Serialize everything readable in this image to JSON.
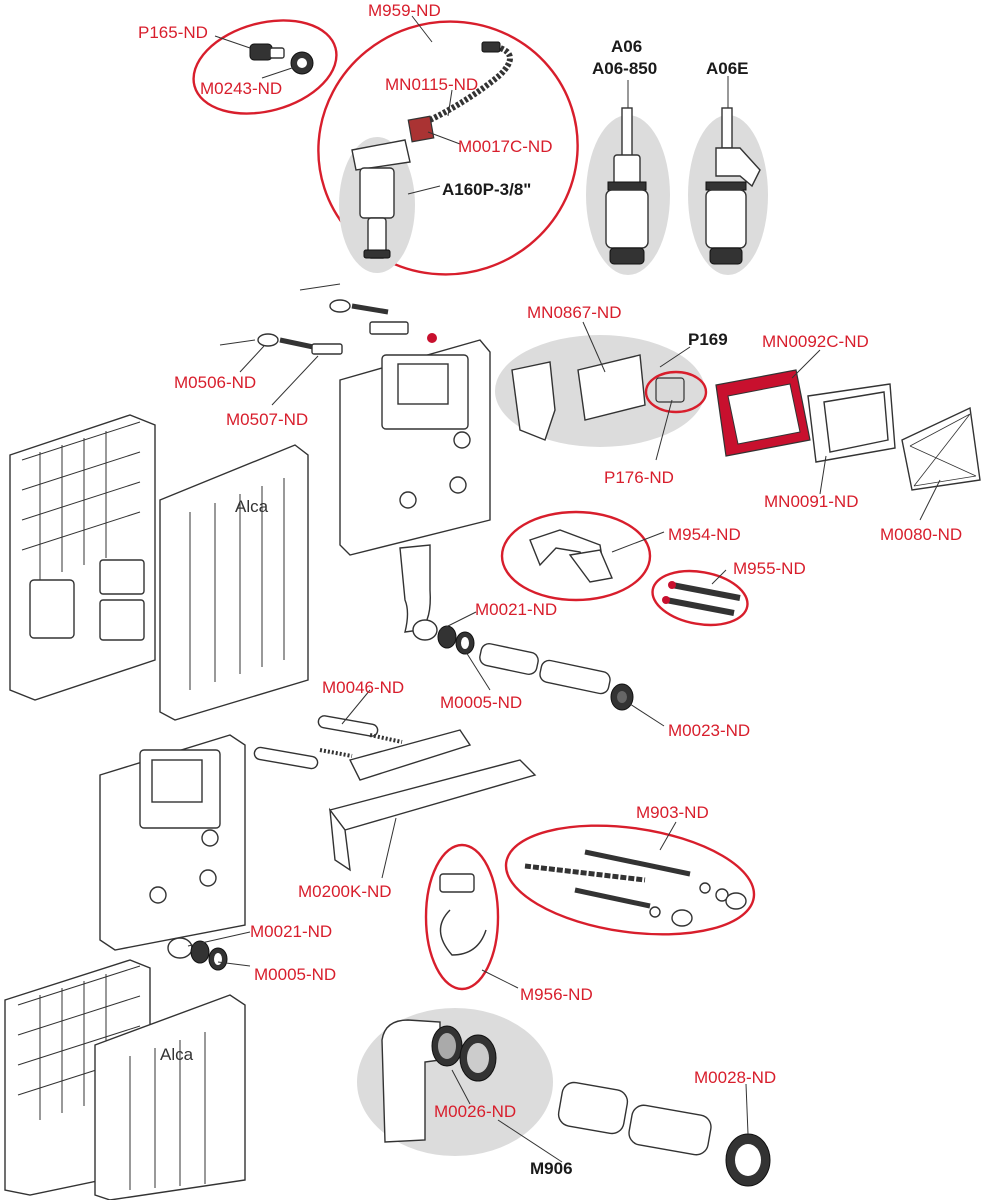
{
  "labels": {
    "p165": "P165-ND",
    "m0243": "M0243-ND",
    "m959": "M959-ND",
    "mn0115": "MN0115-ND",
    "m0017c": "M0017C-ND",
    "a160p": "A160P-3/8\"",
    "a06": "A06",
    "a06_850": "A06-850",
    "a06e": "A06E",
    "m0506": "M0506-ND",
    "m0507": "M0507-ND",
    "mn0867": "MN0867-ND",
    "p169": "P169",
    "mn0092c": "MN0092C-ND",
    "p176": "P176-ND",
    "mn0091": "MN0091-ND",
    "m0080": "M0080-ND",
    "m954": "M954-ND",
    "m955": "M955-ND",
    "m0021_top": "M0021-ND",
    "m0005_top": "M0005-ND",
    "m0023": "M0023-ND",
    "m0046": "M0046-ND",
    "m903": "M903-ND",
    "m0200k": "M0200K-ND",
    "m0021_bot": "M0021-ND",
    "m0005_bot": "M0005-ND",
    "m956": "M956-ND",
    "m0028": "M0028-ND",
    "m0026": "M0026-ND",
    "m906": "M906",
    "brand": "Alca"
  },
  "colors": {
    "label_red": "#d81e2c",
    "label_black": "#1a1a1a",
    "group_outline": "#d81e2c",
    "group_fill": "#dcdcdc",
    "gasket_red": "#c8102e"
  }
}
